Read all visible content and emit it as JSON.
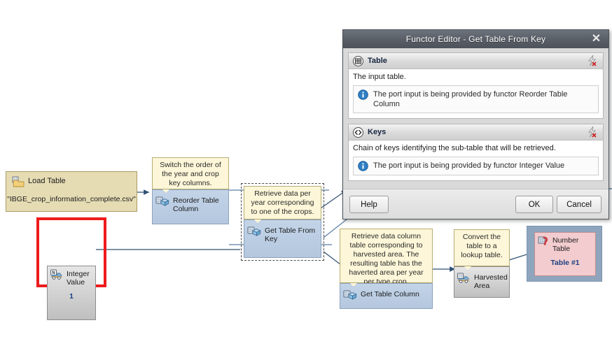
{
  "canvas": {
    "background": "#ffffff",
    "nodes": [
      {
        "id": "load-table",
        "name": "Load Table",
        "value": "\"IBGE_crop_information_complete.csv\"",
        "icon": "folder-table-icon",
        "style": "tan"
      },
      {
        "id": "integer-value",
        "name": "Integer Value",
        "value": "1",
        "icon": "integer-truck-icon",
        "style": "grey",
        "highlighted": true,
        "highlight_color": "#ee1b1b"
      },
      {
        "id": "reorder-table-column",
        "name": "Reorder Table Column",
        "comment": "Switch the order of the year and crop key columns.",
        "icon": "table-cube-icon",
        "style": "blue"
      },
      {
        "id": "get-table-from-key",
        "name": "Get Table From Key",
        "comment": "Retrieve data per year corresponding to one of the crops.",
        "icon": "table-cube-icon",
        "style": "blue",
        "selected": true
      },
      {
        "id": "get-table-column",
        "name": "Get Table Column",
        "comment": "Retrieve data column table corresponding to harvested area. The resulting table has the haverted area per year per type crop.",
        "icon": "table-cube-icon",
        "style": "blue"
      },
      {
        "id": "harvested-area",
        "name": "Harvested Area",
        "comment": "Convert the table to a lookup table.",
        "icon": "lookup-truck-icon",
        "style": "grey"
      },
      {
        "id": "number-table",
        "name": "Number Table",
        "value": "Table #1",
        "icon": "number-table-icon",
        "style": "rose"
      }
    ]
  },
  "dialog": {
    "title": "Functor Editor - Get Table From Key",
    "close_icon": "close-icon",
    "sections": [
      {
        "id": "table",
        "icon": "table-grid-icon",
        "title": "Table",
        "description": "The input table.",
        "action_icon": "bolt-remove-icon",
        "info": {
          "icon": "info-icon",
          "text": "The port input is being provided by functor Reorder Table Column"
        }
      },
      {
        "id": "keys",
        "icon": "code-brackets-icon",
        "title": "Keys",
        "description": "Chain of keys identifying the sub-table that will be retrieved.",
        "action_icon": "bolt-remove-icon",
        "info": {
          "icon": "info-icon",
          "text": "The port input is being provided by functor Integer Value"
        }
      }
    ],
    "buttons": {
      "help": "Help",
      "ok": "OK",
      "cancel": "Cancel"
    }
  }
}
